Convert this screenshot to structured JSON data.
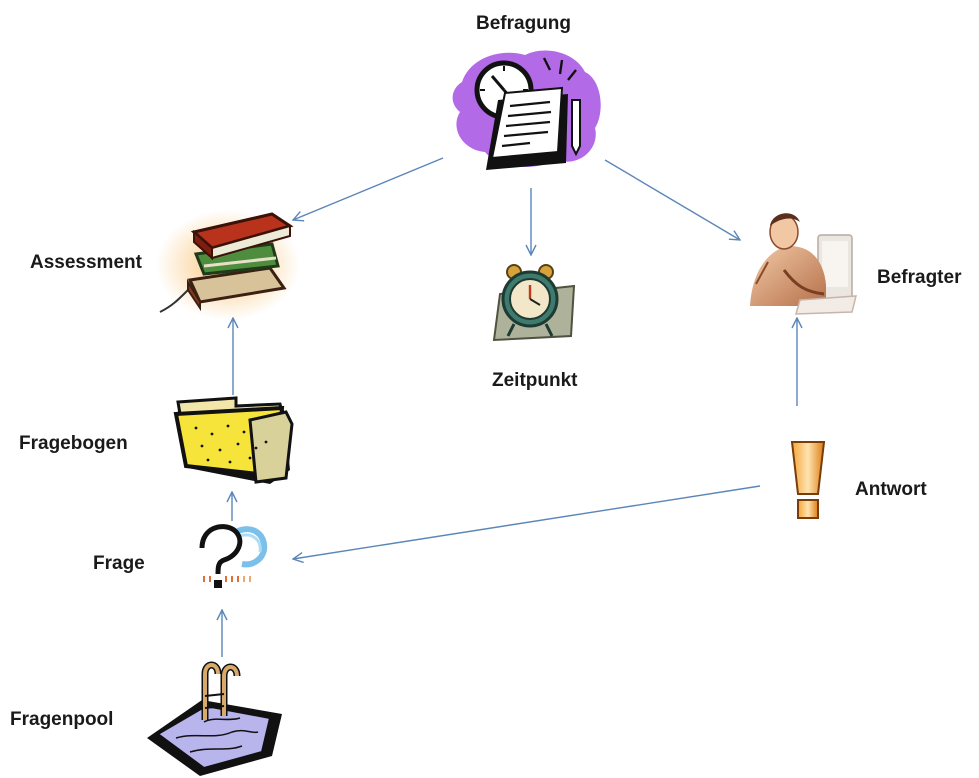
{
  "nodes": {
    "befragung": {
      "label": "Befragung",
      "icon": "clock-documents-icon"
    },
    "assessment": {
      "label": "Assessment",
      "icon": "book-stack-icon"
    },
    "zeitpunkt": {
      "label": "Zeitpunkt",
      "icon": "alarm-clock-icon"
    },
    "befragter": {
      "label": "Befragter",
      "icon": "person-at-computer-icon"
    },
    "fragebogen": {
      "label": "Fragebogen",
      "icon": "folder-icon"
    },
    "frage": {
      "label": "Frage",
      "icon": "question-mark-icon"
    },
    "antwort": {
      "label": "Antwort",
      "icon": "exclamation-mark-icon"
    },
    "fragenpool": {
      "label": "Fragenpool",
      "icon": "pool-ladder-icon"
    }
  },
  "edges": [
    {
      "from": "befragung",
      "to": "assessment"
    },
    {
      "from": "befragung",
      "to": "zeitpunkt"
    },
    {
      "from": "befragung",
      "to": "befragter"
    },
    {
      "from": "fragebogen",
      "to": "assessment"
    },
    {
      "from": "frage",
      "to": "fragebogen"
    },
    {
      "from": "fragenpool",
      "to": "frage"
    },
    {
      "from": "antwort",
      "to": "befragter"
    },
    {
      "from": "antwort",
      "to": "frage"
    }
  ],
  "colors": {
    "arrow": "#5b86b8",
    "befragung_bg": "#b36ae6",
    "books_red": "#b8321c",
    "books_green": "#3f7d36",
    "folder_yellow": "#f7e43a",
    "exclamation_orange": "#f28a1c",
    "pool_blue": "#b8b4ec"
  }
}
